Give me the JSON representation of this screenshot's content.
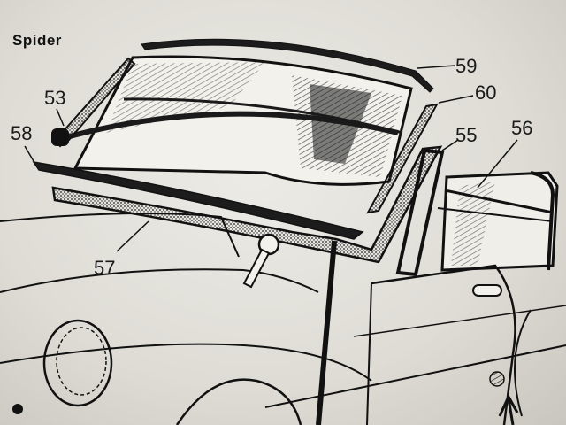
{
  "title": "Spider",
  "callouts": {
    "c53": "53",
    "c58": "58",
    "c57": "57",
    "c59": "59",
    "c60": "60",
    "c55": "55",
    "c56": "56"
  }
}
